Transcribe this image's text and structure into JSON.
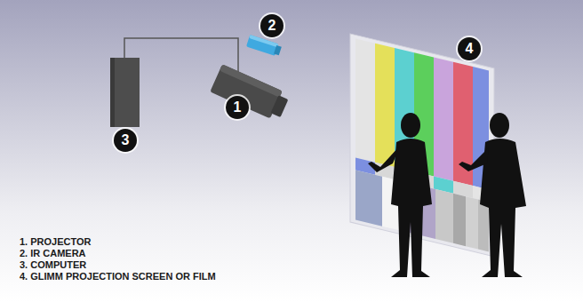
{
  "diagram": {
    "labels": [
      "1",
      "2",
      "3",
      "4",
      "1. PROJECTOR",
      "2. IR CAMERA",
      "3. COMPUTER",
      "4. GLIMM PROJECTION SCREEN OR FILM"
    ]
  }
}
